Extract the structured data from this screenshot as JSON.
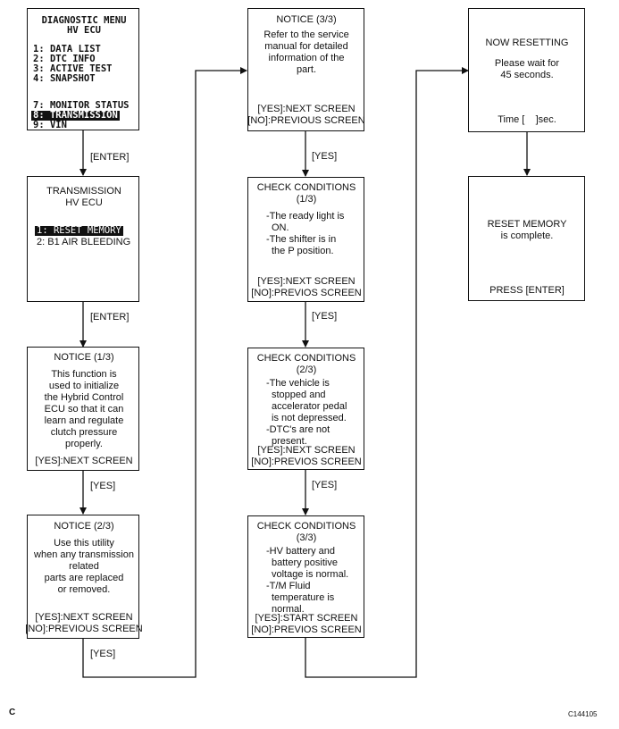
{
  "menu": {
    "title1": "DIAGNOSTIC MENU",
    "title2": "HV ECU",
    "items": [
      "1: DATA LIST",
      "2: DTC INFO",
      "3: ACTIVE TEST",
      "4: SNAPSHOT"
    ],
    "items2": [
      "7: MONITOR STATUS",
      "8: TRANSMISSION",
      "9: VIN"
    ]
  },
  "transmission": {
    "title1": "TRANSMISSION",
    "title2": "HV ECU",
    "items": [
      "1: RESET MEMORY",
      "2: B1 AIR BLEEDING"
    ]
  },
  "notice1": {
    "title": "NOTICE (1/3)",
    "lines": [
      "This function is",
      "used to initialize",
      "the Hybrid Control",
      "ECU so that it can",
      "learn and regulate",
      "clutch pressure",
      "properly."
    ],
    "foot": [
      "[YES]:NEXT SCREEN"
    ]
  },
  "notice2": {
    "title": "NOTICE (2/3)",
    "lines": [
      "Use this utility",
      "when any transmission",
      "related",
      "parts are replaced",
      "or removed."
    ],
    "foot": [
      "[YES]:NEXT SCREEN",
      "[NO]:PREVIOUS SCREEN"
    ]
  },
  "notice3": {
    "title": "NOTICE (3/3)",
    "lines": [
      "Refer to the service",
      "manual for detailed",
      "information of the",
      "part."
    ],
    "foot": [
      "[YES]:NEXT SCREEN",
      "[NO]:PREVIOUS SCREEN"
    ]
  },
  "check1": {
    "title": [
      "CHECK CONDITIONS",
      "(1/3)"
    ],
    "lines": [
      "-The ready light is",
      "ON.",
      "-The shifter is in",
      "the P position."
    ],
    "foot": [
      "[YES]:NEXT SCREEN",
      "[NO]:PREVIOS SCREEN"
    ]
  },
  "check2": {
    "title": [
      "CHECK CONDITIONS",
      "(2/3)"
    ],
    "lines": [
      "-The vehicle is",
      "stopped and",
      "accelerator pedal",
      "is not depressed.",
      "-DTC's are not",
      "present."
    ],
    "foot": [
      "[YES]:NEXT SCREEN",
      "[NO]:PREVIOS SCREEN"
    ]
  },
  "check3": {
    "title": [
      "CHECK CONDITIONS",
      "(3/3)"
    ],
    "lines": [
      "-HV battery and",
      "battery positive",
      "voltage is normal.",
      "-T/M Fluid",
      "temperature is",
      "normal."
    ],
    "foot": [
      "[YES]:START SCREEN",
      "[NO]:PREVIOS SCREEN"
    ]
  },
  "resetting": {
    "title": "NOW RESETTING",
    "lines": [
      "Please wait for",
      "45 seconds."
    ],
    "foot": "Time [    ]sec."
  },
  "complete": {
    "lines": [
      "RESET MEMORY",
      "is complete."
    ],
    "foot": "PRESS [ENTER]"
  },
  "edge_labels": {
    "enter1": "[ENTER]",
    "enter2": "[ENTER]",
    "yes1": "[YES]",
    "yes2": "[YES]",
    "yes3": "[YES]",
    "yes4": "[YES]",
    "yes5": "[YES]"
  },
  "corner_left": "C",
  "corner_right": "C144105"
}
